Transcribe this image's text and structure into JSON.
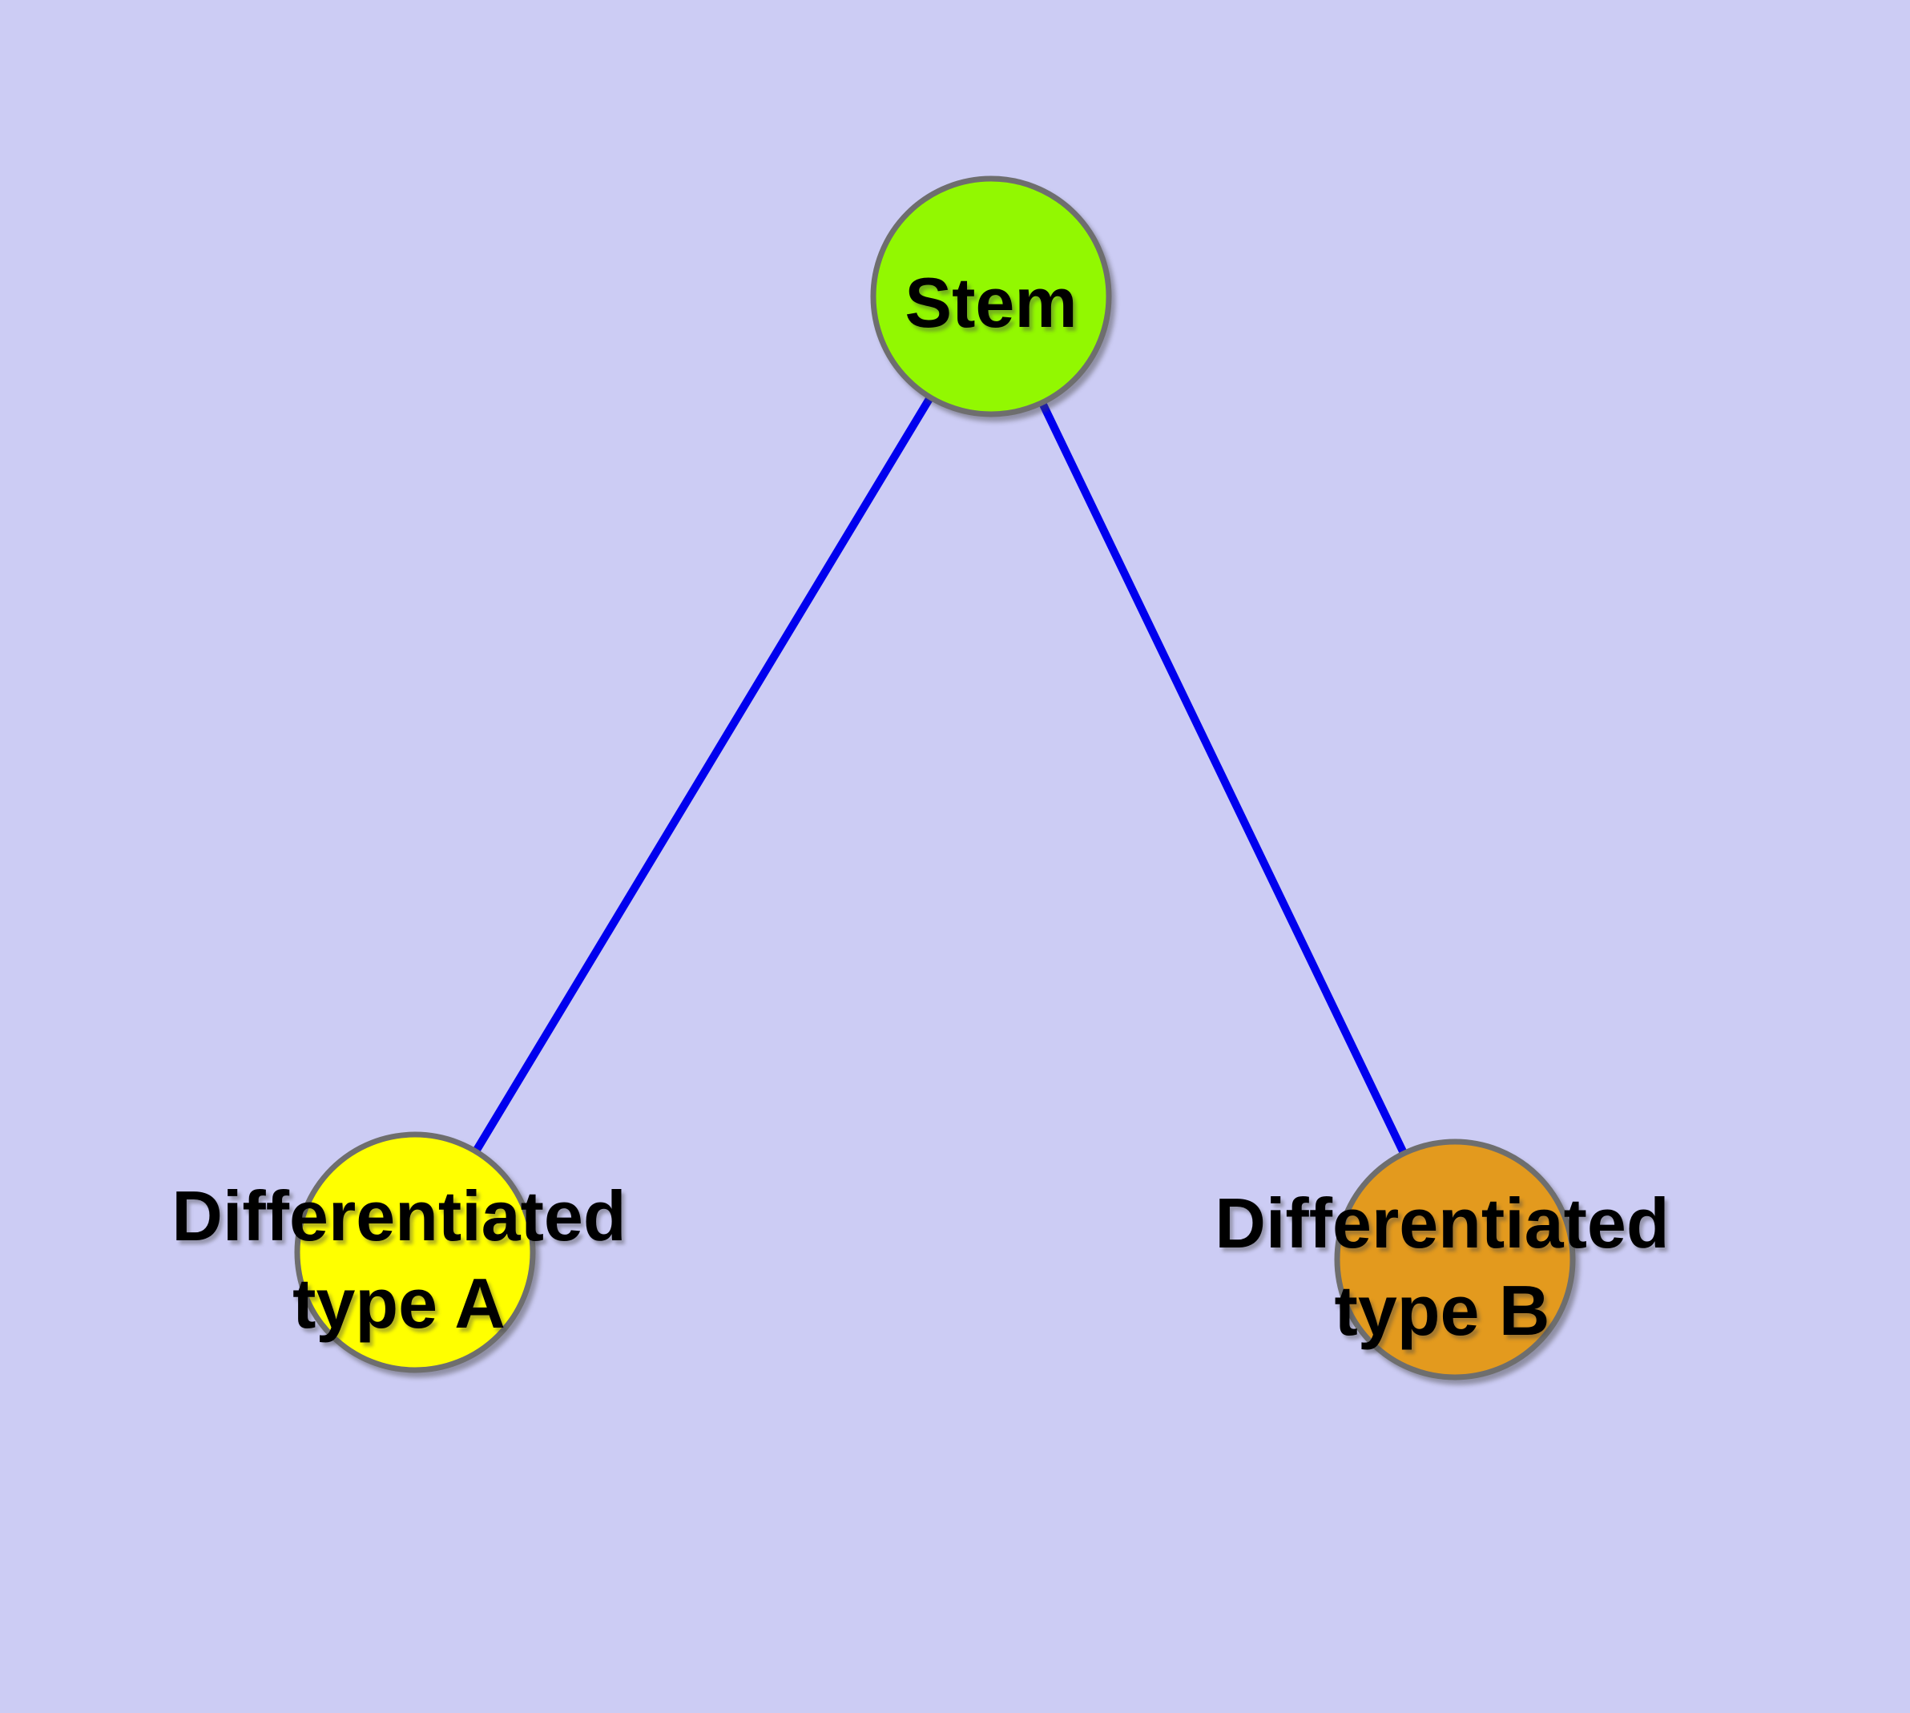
{
  "diagram": {
    "description": "Graph of a stem cell differentiating into two cell types",
    "nodes": {
      "stem": {
        "label": "Stem",
        "fill": "#92F801"
      },
      "type_a": {
        "label_line1": "Differentiated",
        "label_line2": "type A",
        "label_full": "Differentiated type A",
        "fill": "#FFFF00"
      },
      "type_b": {
        "label_line1": "Differentiated",
        "label_line2": "type B",
        "label_full": "Differentiated type B",
        "fill": "#E39A1E"
      }
    },
    "edges": [
      {
        "from": "Stem",
        "to": "Differentiated type A"
      },
      {
        "from": "Stem",
        "to": "Differentiated type B"
      }
    ],
    "colors": {
      "background": "#CCCCF4",
      "edge": "#0000EE",
      "node_border": "#6E6E6E",
      "label_text": "#000000"
    }
  }
}
